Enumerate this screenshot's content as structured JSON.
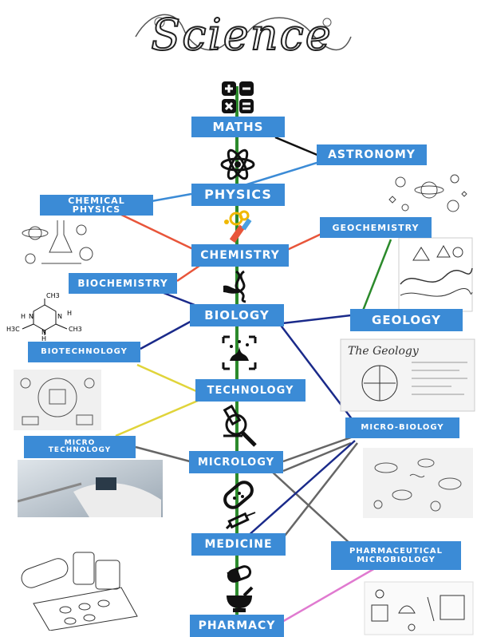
{
  "title": "Science",
  "nodes": {
    "maths": "MATHS",
    "astronomy": "ASTRONOMY",
    "physics": "PHYSICS",
    "chemical_physics": "CHEMICAL PHYSICS",
    "chemistry": "CHEMISTRY",
    "geochemistry": "GEOCHEMISTRY",
    "biochemistry": "BIOCHEMISTRY",
    "biology": "BIOLOGY",
    "geology": "GEOLOGY",
    "biotechnology": "BIOTECHNOLOGY",
    "technology": "TECHNOLOGY",
    "micro_technology": "MICRO TECHNOLOGY",
    "micro_biology": "MICRO-BIOLOGY",
    "micrology": "MICROLOGY",
    "medicine": "MEDICINE",
    "pharmaceutical_microbiology": "PHARMACEUTICAL MICROBIOLOGY",
    "pharmacy": "PHARMACY"
  },
  "molecule_labels": {
    "ch3_top": "CH3",
    "n_left": "N",
    "h_left": "H",
    "n_right": "N",
    "h_right": "H",
    "h3c": "H3C",
    "ch3_right": "CH3",
    "n_bottom": "N",
    "h_bottom": "H"
  },
  "colors": {
    "box": "#3b8bd6",
    "trunk": "#2b8a2b",
    "black_link": "#111111",
    "blue_link": "#3b8bd6",
    "orange_link": "#e8553a",
    "green_link": "#2b8a2b",
    "navy_link": "#1a2a8a",
    "yellow_link": "#e0d43a",
    "gray_link": "#666666",
    "pink_link": "#e07ad0"
  },
  "icons": [
    "calculator-icon",
    "atom-icon",
    "flask-icon",
    "dna-hand-icon",
    "splash-icon",
    "microscope-icon",
    "pill-bandage-icon",
    "syringe-icon",
    "capsule-icon",
    "mortar-pestle-icon"
  ]
}
